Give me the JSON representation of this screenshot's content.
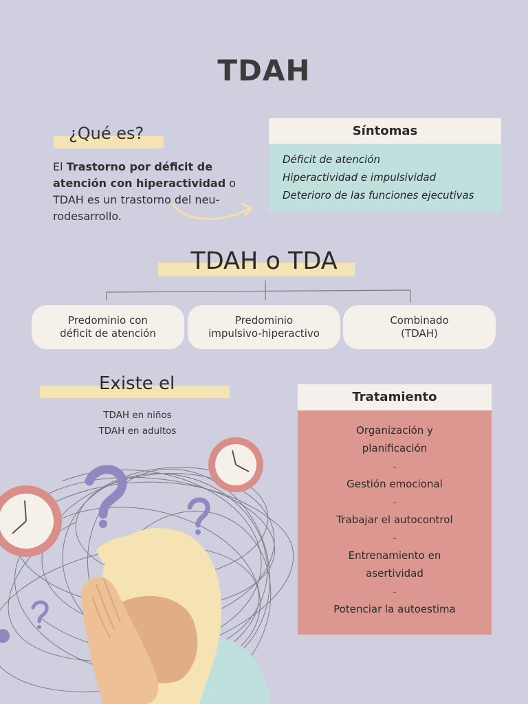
{
  "title": "TDAH",
  "que_es": {
    "heading": "¿Qué es?",
    "text_before": "El ",
    "text_bold": "Trastorno por déficit de atención con hiperactividad",
    "text_after": " o TDAH es un trastorno del neu-rodesarrollo."
  },
  "sintomas": {
    "heading": "Síntomas",
    "items": [
      "Déficit de atención",
      "Hiperactividad e impulsividad",
      "Deterioro de las funciones ejecutivas"
    ]
  },
  "tipos": {
    "heading": "TDAH o TDA",
    "items": [
      "Predominio con\ndéficit de atención",
      "Predominio\nimpulsivo-hiperactivo",
      "Combinado\n(TDAH)"
    ]
  },
  "existe": {
    "heading": "Existe el",
    "items": [
      "TDAH en niños",
      "TDAH en adultos"
    ]
  },
  "tratamiento": {
    "heading": "Tratamiento",
    "lines": [
      "Organización y",
      "planificación",
      "-",
      "Gestión emocional",
      "-",
      "Trabajar el autocontrol",
      "-",
      "Entrenamiento en",
      "asertividad",
      "-",
      "Potenciar la autoestima"
    ]
  },
  "colors": {
    "background": "#cfcfe0",
    "highlight": "#f6e3b4",
    "cream": "#f6f0eb",
    "mint": "#bfe0dc",
    "salmon": "#dc9890",
    "clock_rim": "#d98e88"
  },
  "icons": [
    "curved-arrow-icon",
    "clock-icon",
    "question-mark-icon",
    "scribble-lines",
    "woman-illustration"
  ]
}
